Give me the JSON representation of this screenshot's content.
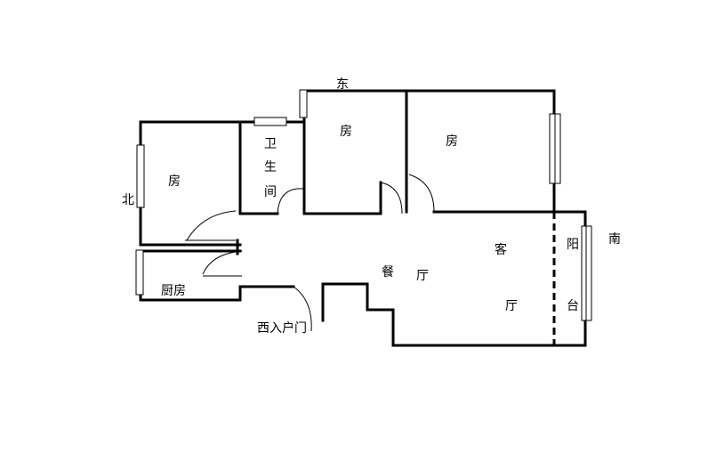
{
  "labels": {
    "east": "东",
    "north": "北",
    "south": "南",
    "room_left": "房",
    "room_mid": "房",
    "room_right": "房",
    "bath_1": "卫",
    "bath_2": "生",
    "bath_3": "间",
    "kitchen": "厨房",
    "entrance": "西入户门",
    "dining_1": "餐",
    "dining_2": "厅",
    "living_1": "客",
    "living_2": "厅",
    "balcony_1": "阳",
    "balcony_2": "台"
  }
}
